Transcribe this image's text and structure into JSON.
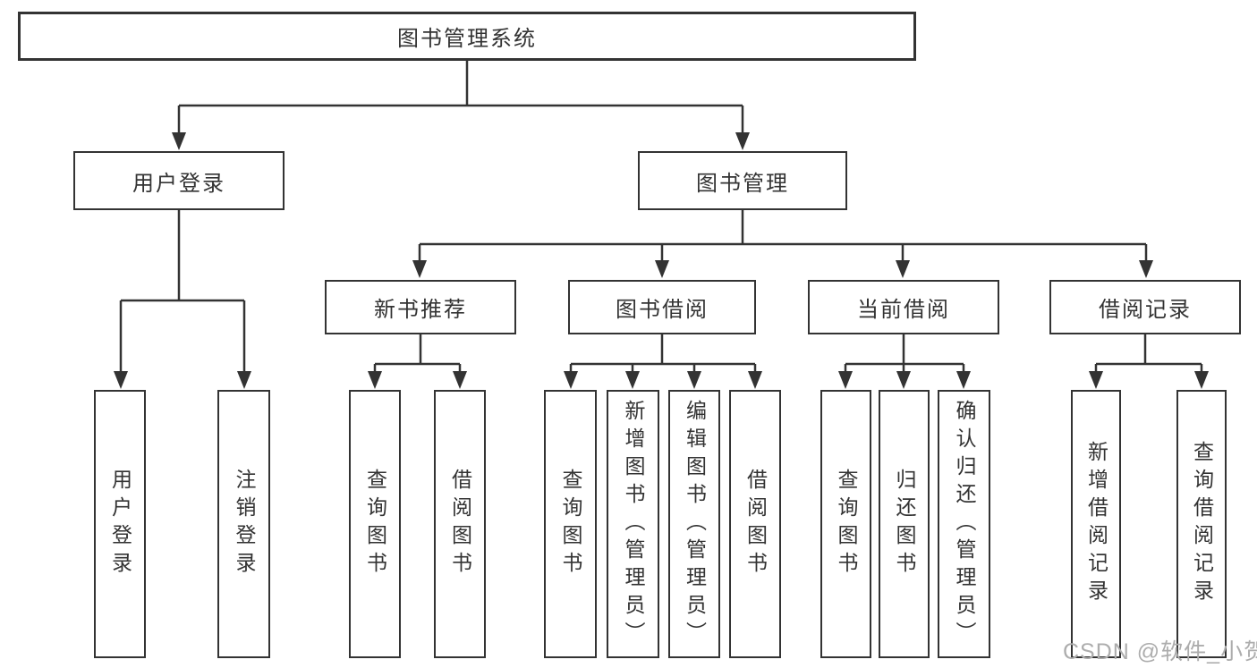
{
  "watermark": "CSDN @软件_小贺同学",
  "colors": {
    "line": "#333333",
    "box_border": "#333333",
    "text": "#333333",
    "watermark": "#adadad",
    "background": "#ffffff"
  },
  "tree": {
    "root": "图书管理系统",
    "user": {
      "label": "用户登录",
      "children": [
        "用户登录",
        "注销登录"
      ]
    },
    "book": {
      "label": "图书管理",
      "groups": [
        {
          "label": "新书推荐",
          "children": [
            "查询图书",
            "借阅图书"
          ]
        },
        {
          "label": "图书借阅",
          "children": [
            "查询图书",
            "新增图书（管理员）",
            "编辑图书（管理员）",
            "借阅图书"
          ]
        },
        {
          "label": "当前借阅",
          "children": [
            "查询图书",
            "归还图书",
            "确认归还（管理员）"
          ]
        },
        {
          "label": "借阅记录",
          "children": [
            "新增借阅记录",
            "查询借阅记录"
          ]
        }
      ]
    }
  }
}
